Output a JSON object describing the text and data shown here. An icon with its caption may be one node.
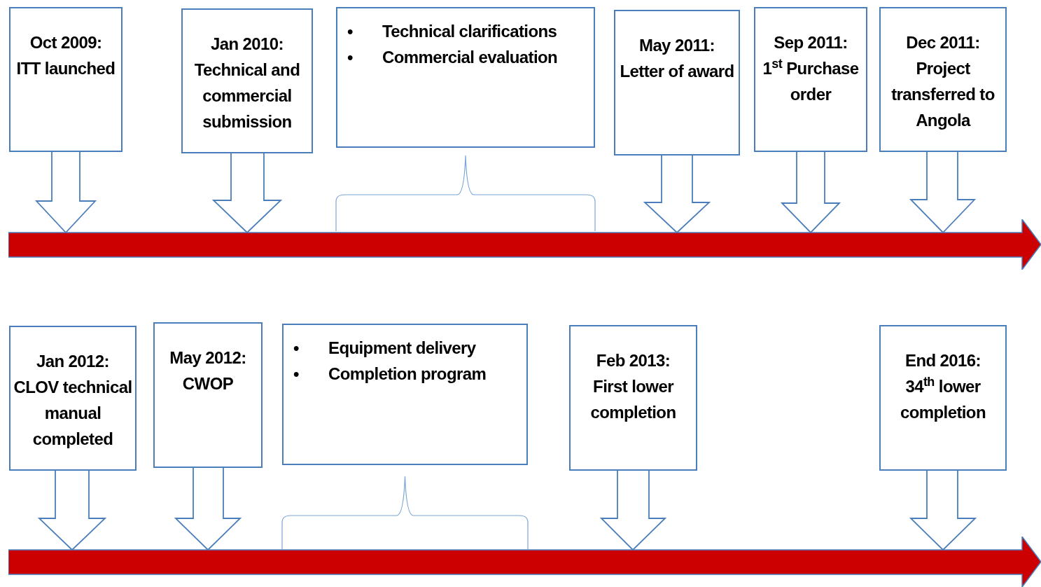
{
  "diagram": {
    "nodes": [
      {
        "text": [
          "Oct 2009:",
          "ITT launched"
        ]
      },
      {
        "text": [
          "Jan 2010:",
          "Technical and commercial submission"
        ]
      },
      {
        "text": [
          "Technical clarifications",
          "Commercial evaluation"
        ]
      },
      {
        "text": [
          "May 2011:",
          "Letter of award"
        ]
      },
      {
        "text": [
          "Sep 2011:",
          "1$^{st}$ Purchase order"
        ]
      },
      {
        "text": [
          "Dec 2011:",
          "Project transferred to Angola"
        ]
      },
      {
        "text": [],
        "shape": "bar"
      },
      {
        "text": [
          "Jan 2012:",
          "CLOV technical manual completed"
        ]
      },
      {
        "text": [
          "May 2012:",
          "CWOP"
        ]
      },
      {
        "text": [
          "Equipment delivery",
          "Completion program"
        ]
      },
      {
        "text": [
          "Feb 2013:",
          "First lower completion"
        ]
      },
      {
        "text": [
          "End 2016:",
          "34$^{th}$ lower completion"
        ]
      },
      {
        "text": [],
        "shape": "bar"
      }
    ],
    "edges": [
      {
        "from": 0,
        "to": 6,
        "arrow": "to"
      },
      {
        "from": 1,
        "to": 6,
        "arrow": "to"
      },
      {
        "from": 3,
        "to": 6,
        "arrow": "to"
      },
      {
        "from": 4,
        "to": 6,
        "arrow": "to"
      },
      {
        "from": 5,
        "to": 6,
        "arrow": "to"
      },
      {
        "from": 7,
        "to": 12,
        "arrow": "to"
      },
      {
        "from": 8,
        "to": 12,
        "arrow": "to"
      },
      {
        "from": 10,
        "to": 12,
        "arrow": "to"
      },
      {
        "from": 11,
        "to": 12,
        "arrow": "to"
      }
    ],
    "labels": [
      "•",
      "•",
      "•",
      "•"
    ]
  }
}
